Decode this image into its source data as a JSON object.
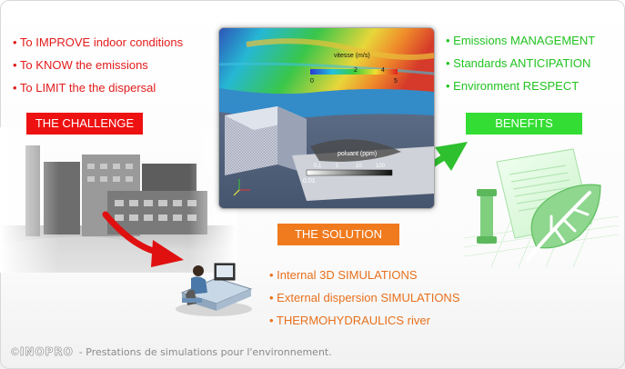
{
  "challenge": {
    "items": [
      "• To IMPROVE indoor conditions",
      "• To KNOW the emissions",
      "• To LIMIT the the dispersal"
    ],
    "label": "THE CHALLENGE",
    "color": "#ee1111"
  },
  "benefits": {
    "items": [
      "• Emissions MANAGEMENT",
      "• Standards ANTICIPATION",
      "• Environment RESPECT"
    ],
    "label": "BENEFITS",
    "color": "#33dd33"
  },
  "solution": {
    "items": [
      "• Internal 3D SIMULATIONS",
      "• External dispersion SIMULATIONS",
      "• THERMOHYDRAULICS river"
    ],
    "label": "THE SOLUTION",
    "color": "#f07a1e"
  },
  "simulation": {
    "velocity_title": "vitesse (m/s)",
    "velocity_ticks": [
      "0",
      "2",
      "4",
      "5"
    ],
    "pollutant_title": "poluant (ppm)",
    "pollutant_ticks": [
      "0.1",
      "1",
      "10",
      "100"
    ],
    "pollutant_min": "0.01"
  },
  "footer": {
    "copyright": "©",
    "logo": "INOPRO",
    "tagline": "- Prestations de simulations pour l'environnement."
  },
  "icons": [
    "building-illustration",
    "engineer-at-desk-illustration",
    "eco-leaf-illustration",
    "red-arrow",
    "green-arrow"
  ]
}
